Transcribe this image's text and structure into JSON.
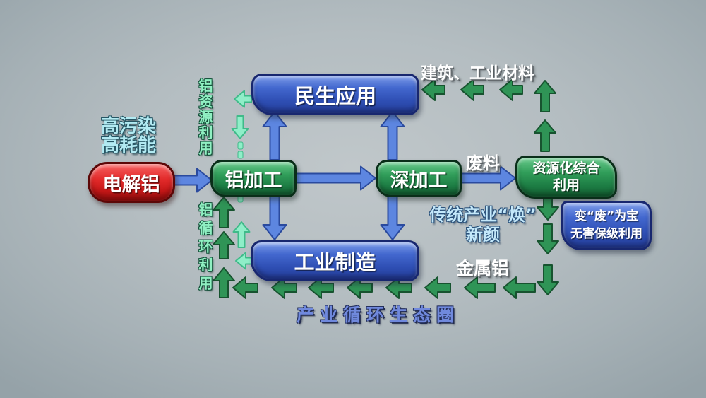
{
  "colors": {
    "background_center": "#bfc7cb",
    "background_edge": "#96a2a8",
    "box_blue": "#3a5fc4",
    "box_blue_border": "#18276f",
    "box_green": "#2b9655",
    "box_green_border": "#0a2e19",
    "box_red": "#d92525",
    "box_red_border": "#5c0707",
    "arrow_blue": "#5d86e0",
    "arrow_green": "#2f9456",
    "arrow_mint": "#8feec8",
    "text_white": "#ffffff",
    "text_cyan": "#b2eaf2",
    "text_mint": "#90f0c2",
    "text_lightblue": "#c4e8fa",
    "text_blue3d": "#7089dd"
  },
  "nodes": {
    "electrolytic_aluminum": "电解铝",
    "aluminum_processing": "铝加工",
    "deep_processing": "深加工",
    "livelihood_applications": "民生应用",
    "industrial_manufacturing": "工业制造",
    "resource_utilization_line1": "资源化综合",
    "resource_utilization_line2": "利用",
    "waste_to_treasure_line1": "变“废”为宝",
    "waste_to_treasure_line2": "无害保级利用"
  },
  "labels": {
    "high_pollution": "高污染",
    "high_energy": "高耗能",
    "aluminum_resource_use": "铝资源利用",
    "aluminum_recycling": "铝循环利用",
    "construction_materials": "建筑、工业材料",
    "waste_material": "废料",
    "traditional_industry_line1": "传统产业“焕”",
    "traditional_industry_line2": "新颜",
    "metallic_aluminum": "金属铝",
    "industry_circular_ecosystem": "产业循环生态圈"
  }
}
